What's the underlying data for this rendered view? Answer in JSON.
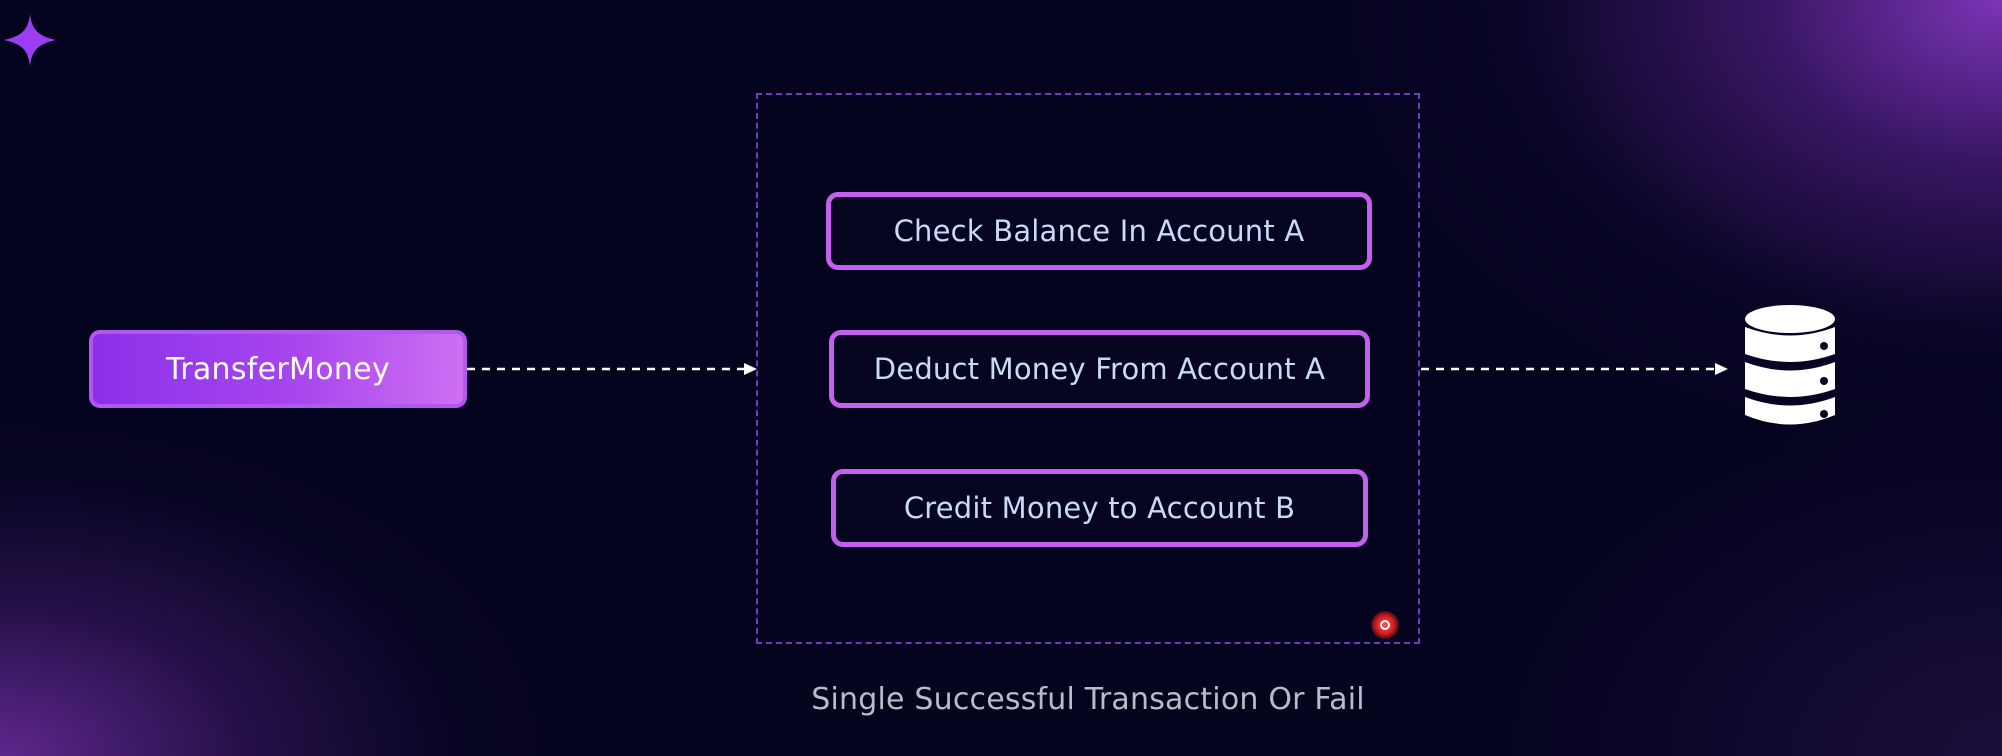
{
  "diagram": {
    "caller": {
      "label": "TransferMoney"
    },
    "steps": [
      {
        "label": "Check Balance In Account A"
      },
      {
        "label": "Deduct Money From Account A"
      },
      {
        "label": "Credit Money to Account B"
      }
    ],
    "caption": "Single Successful Transaction Or Fail",
    "target_icon": "database-icon",
    "colors": {
      "background": "#04041f",
      "step_border": "#c45ff0",
      "step_text": "#c8daf5",
      "caller_fill_start": "#8b30ea",
      "caller_fill_end": "#cf6ff2",
      "group_border": "#6e3cc0",
      "caption_text": "#b9bcc6"
    }
  },
  "decorations": {
    "corner_icon": "sparkle-icon",
    "cursor_indicator": "record-indicator-icon"
  }
}
